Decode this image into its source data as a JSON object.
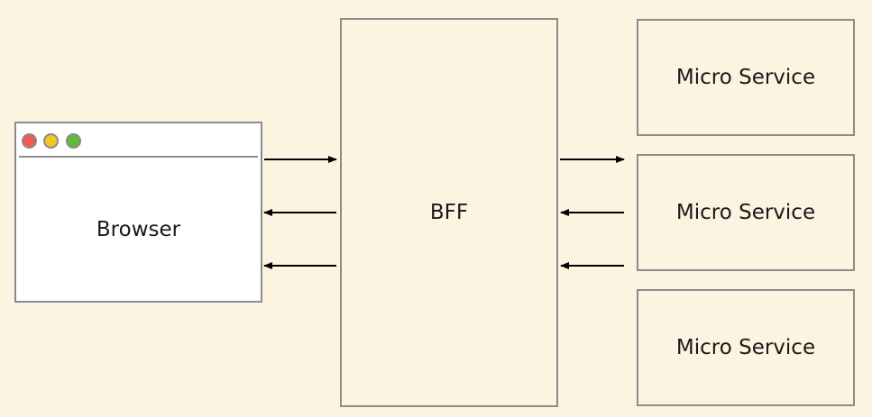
{
  "browser": {
    "label": "Browser",
    "window_dots": [
      {
        "name": "close-dot",
        "color": "#f05a55"
      },
      {
        "name": "minimize-dot",
        "color": "#f5c523"
      },
      {
        "name": "maximize-dot",
        "color": "#5fba3c"
      }
    ]
  },
  "bff": {
    "label": "BFF"
  },
  "services": [
    {
      "label": "Micro Service"
    },
    {
      "label": "Micro Service"
    },
    {
      "label": "Micro Service"
    }
  ],
  "colors": {
    "background": "#fdf3e1",
    "border": "#8c8c8c",
    "arrow": "#000000",
    "browser_fill": "#ffffff"
  }
}
